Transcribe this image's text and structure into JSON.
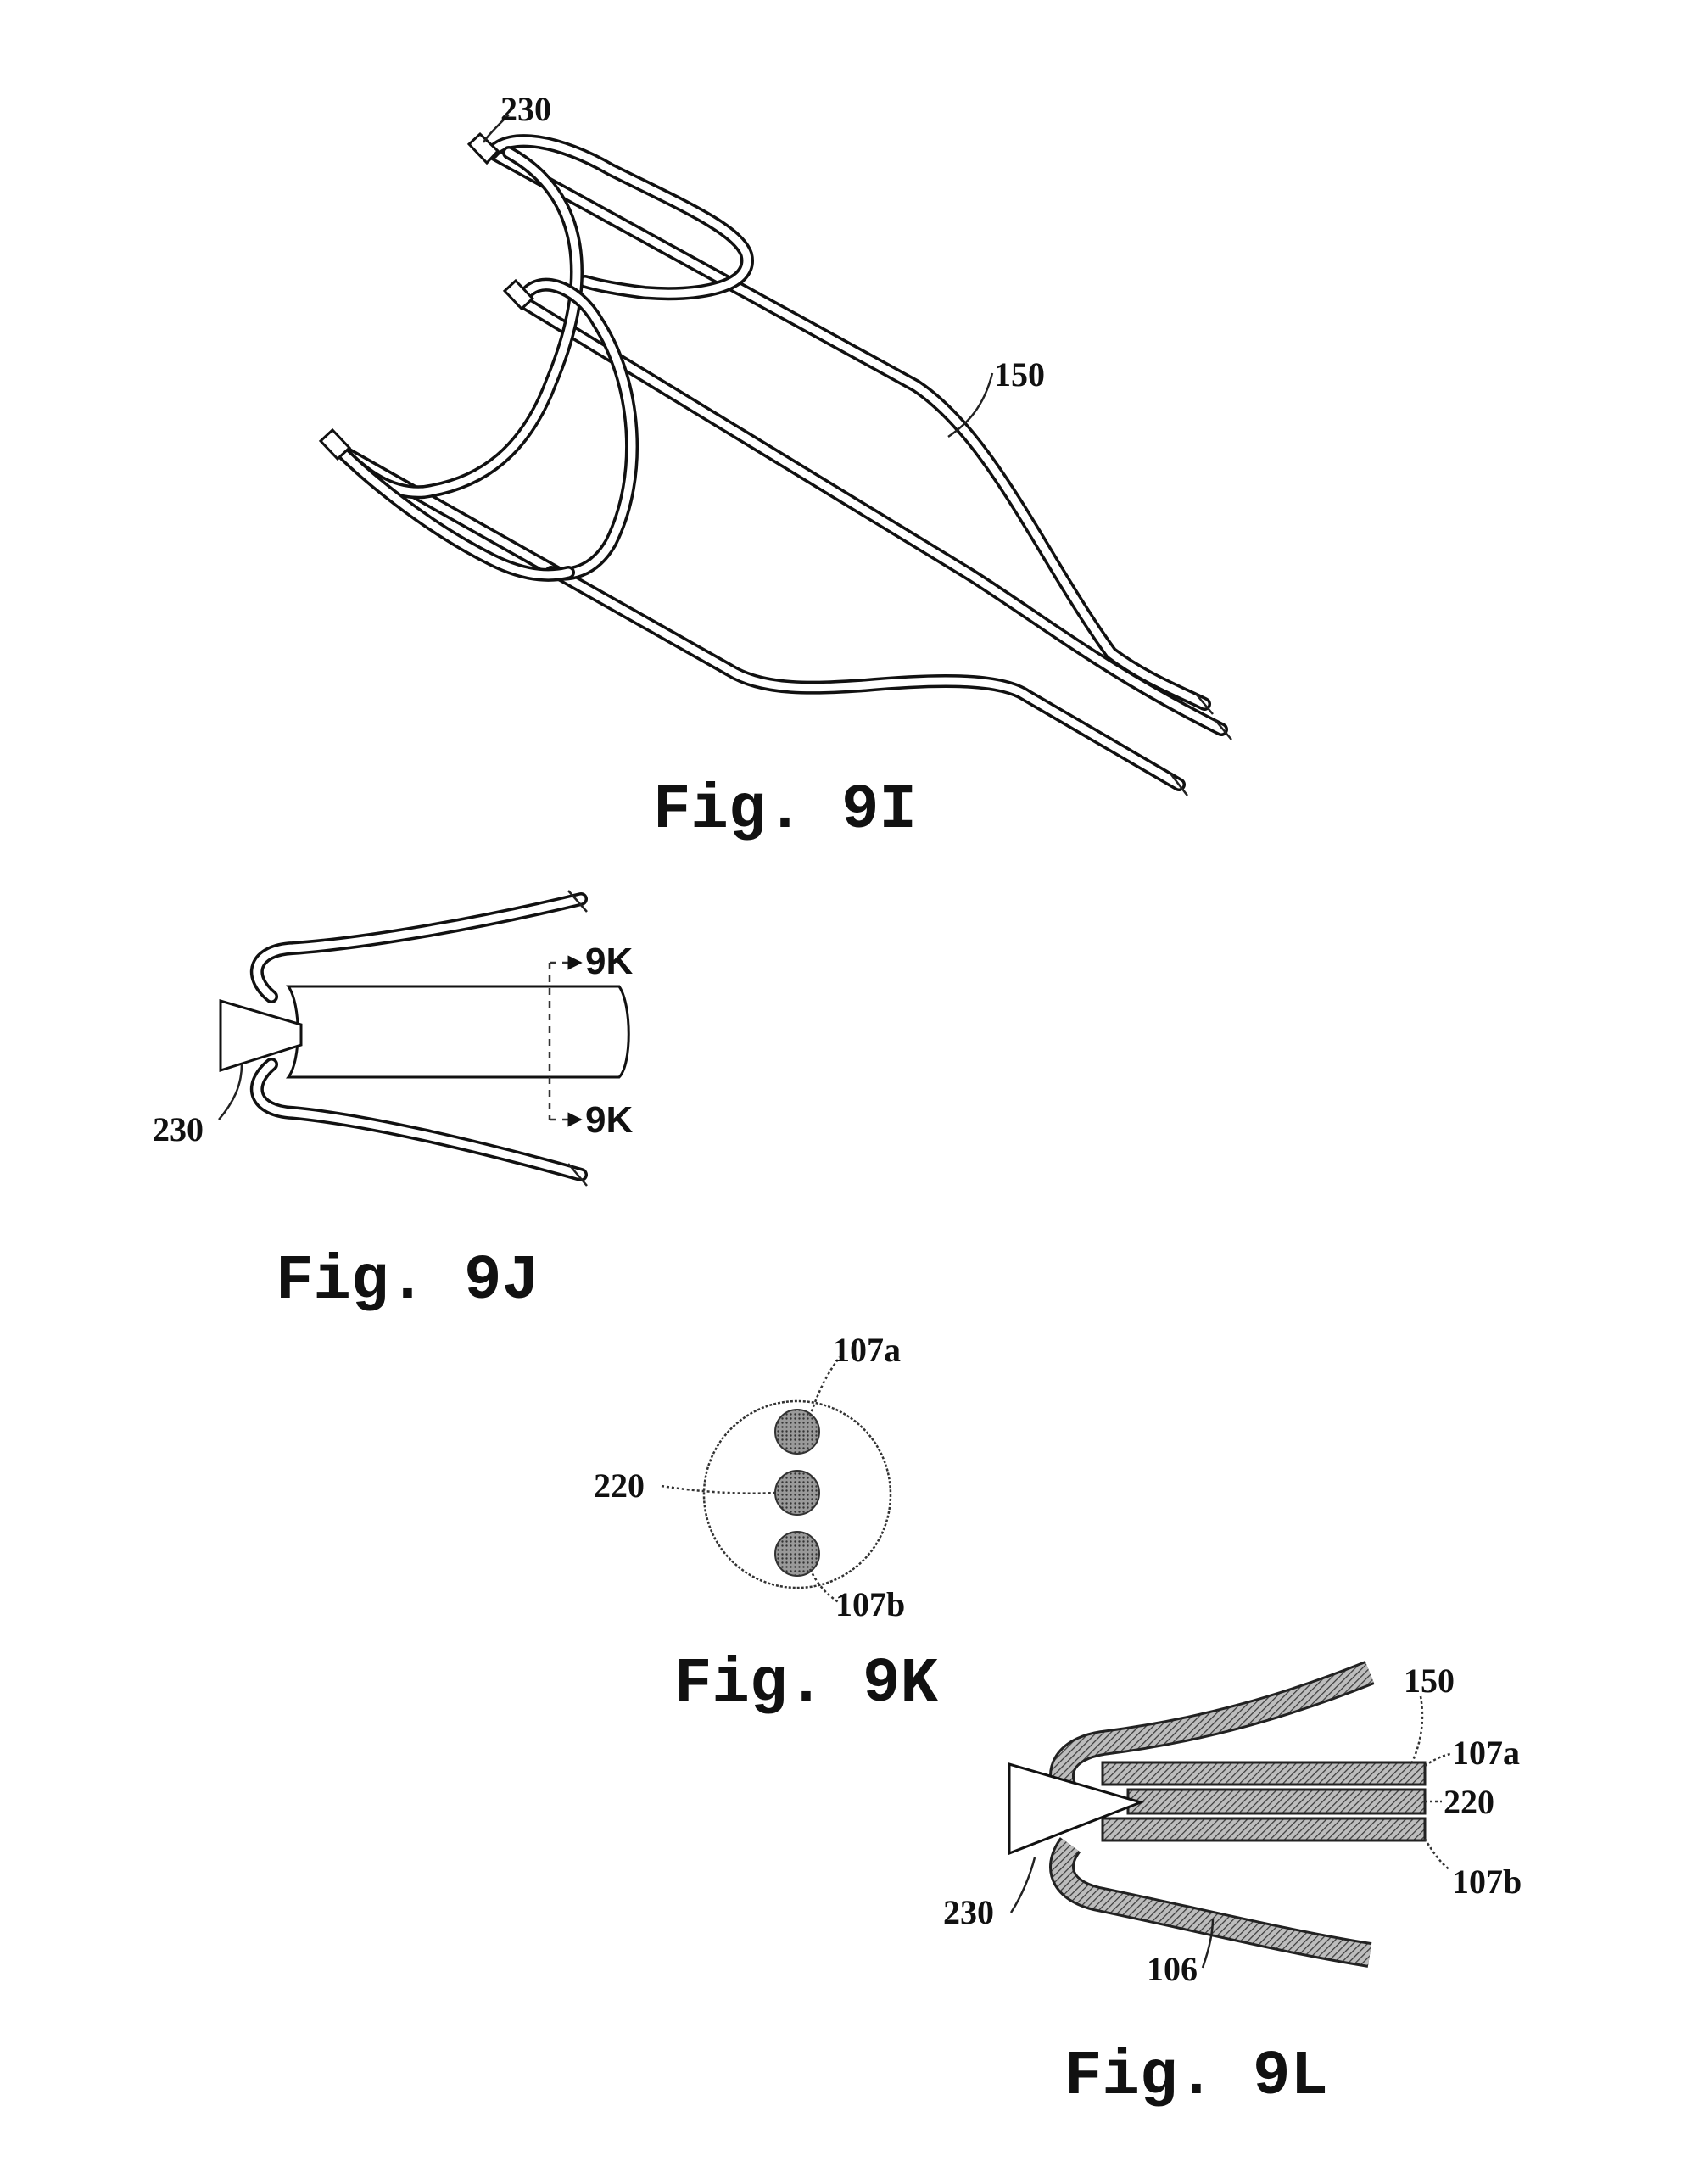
{
  "figures": {
    "fig_9i": {
      "caption": "Fig. 9I",
      "labels": {
        "anchor": "230",
        "frame": "150"
      }
    },
    "fig_9j": {
      "caption": "Fig. 9J",
      "labels": {
        "anchor": "230",
        "section_top": "9K",
        "section_bottom": "9K"
      }
    },
    "fig_9k": {
      "caption": "Fig. 9K",
      "labels": {
        "upper": "107a",
        "center": "220",
        "lower": "107b"
      }
    },
    "fig_9l": {
      "caption": "Fig. 9L",
      "labels": {
        "frame": "150",
        "upper": "107a",
        "center": "220",
        "lower": "107b",
        "anchor": "230",
        "sheath": "106"
      }
    }
  }
}
